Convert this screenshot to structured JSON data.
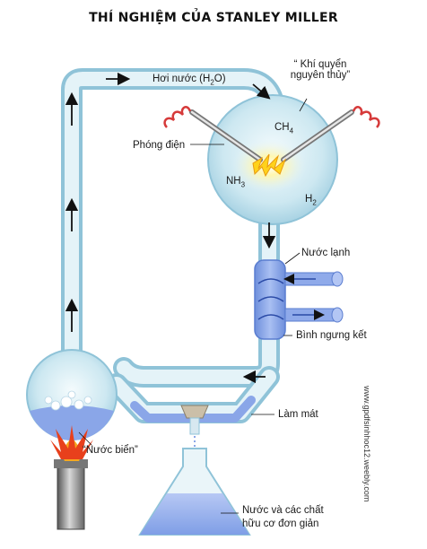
{
  "title": "THÍ NGHIỆM CỦA STANLEY MILLER",
  "labels": {
    "vapor": {
      "text": "Hơi nước (H",
      "sub": "2",
      "tail": "O)"
    },
    "atmosphere_line1": "“ Khí quyển",
    "atmosphere_line2": "nguyên thủy”",
    "discharge": "Phóng điện",
    "ch4": {
      "text": "CH",
      "sub": "4"
    },
    "nh3": {
      "text": "NH",
      "sub": "3"
    },
    "h2": {
      "text": "H",
      "sub": "2"
    },
    "cold_water": "Nước lạnh",
    "condenser": "Bình ngưng kết",
    "cooling": "Làm mát",
    "seawater": "“Nước biển”",
    "product_line1": "Nước và các chất",
    "product_line2": "hữu cơ đơn giản"
  },
  "watermark": "www.gpdfsinhhoc12.weebly.com",
  "colors": {
    "glass": "#a9d6e6",
    "water": "#8aa6e8",
    "flame": "#e8401c",
    "spark": "#ffd21a",
    "coil": "#d63a3a"
  }
}
